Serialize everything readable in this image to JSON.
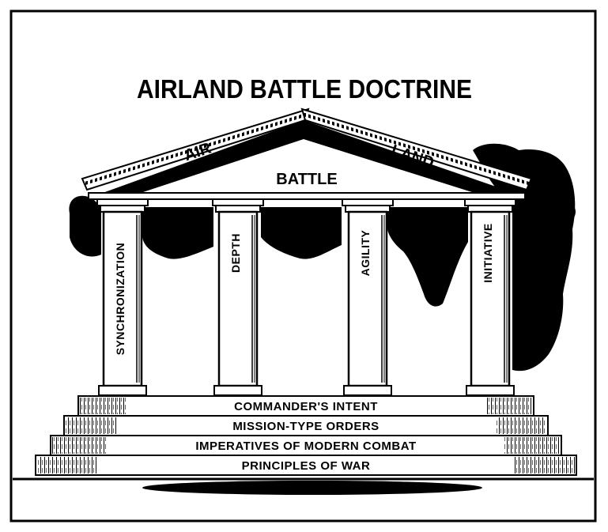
{
  "title": "AIRLAND BATTLE DOCTRINE",
  "roof": {
    "left_label": "AIR",
    "right_label": "LAND",
    "center_label": "BATTLE"
  },
  "columns": [
    "SYNCHRONIZATION",
    "DEPTH",
    "AGILITY",
    "INITIATIVE"
  ],
  "steps": [
    "COMMANDER'S INTENT",
    "MISSION-TYPE ORDERS",
    "IMPERATIVES OF MODERN COMBAT",
    "PRINCIPLES OF WAR"
  ],
  "colors": {
    "ink": "#000000",
    "paper": "#ffffff"
  }
}
